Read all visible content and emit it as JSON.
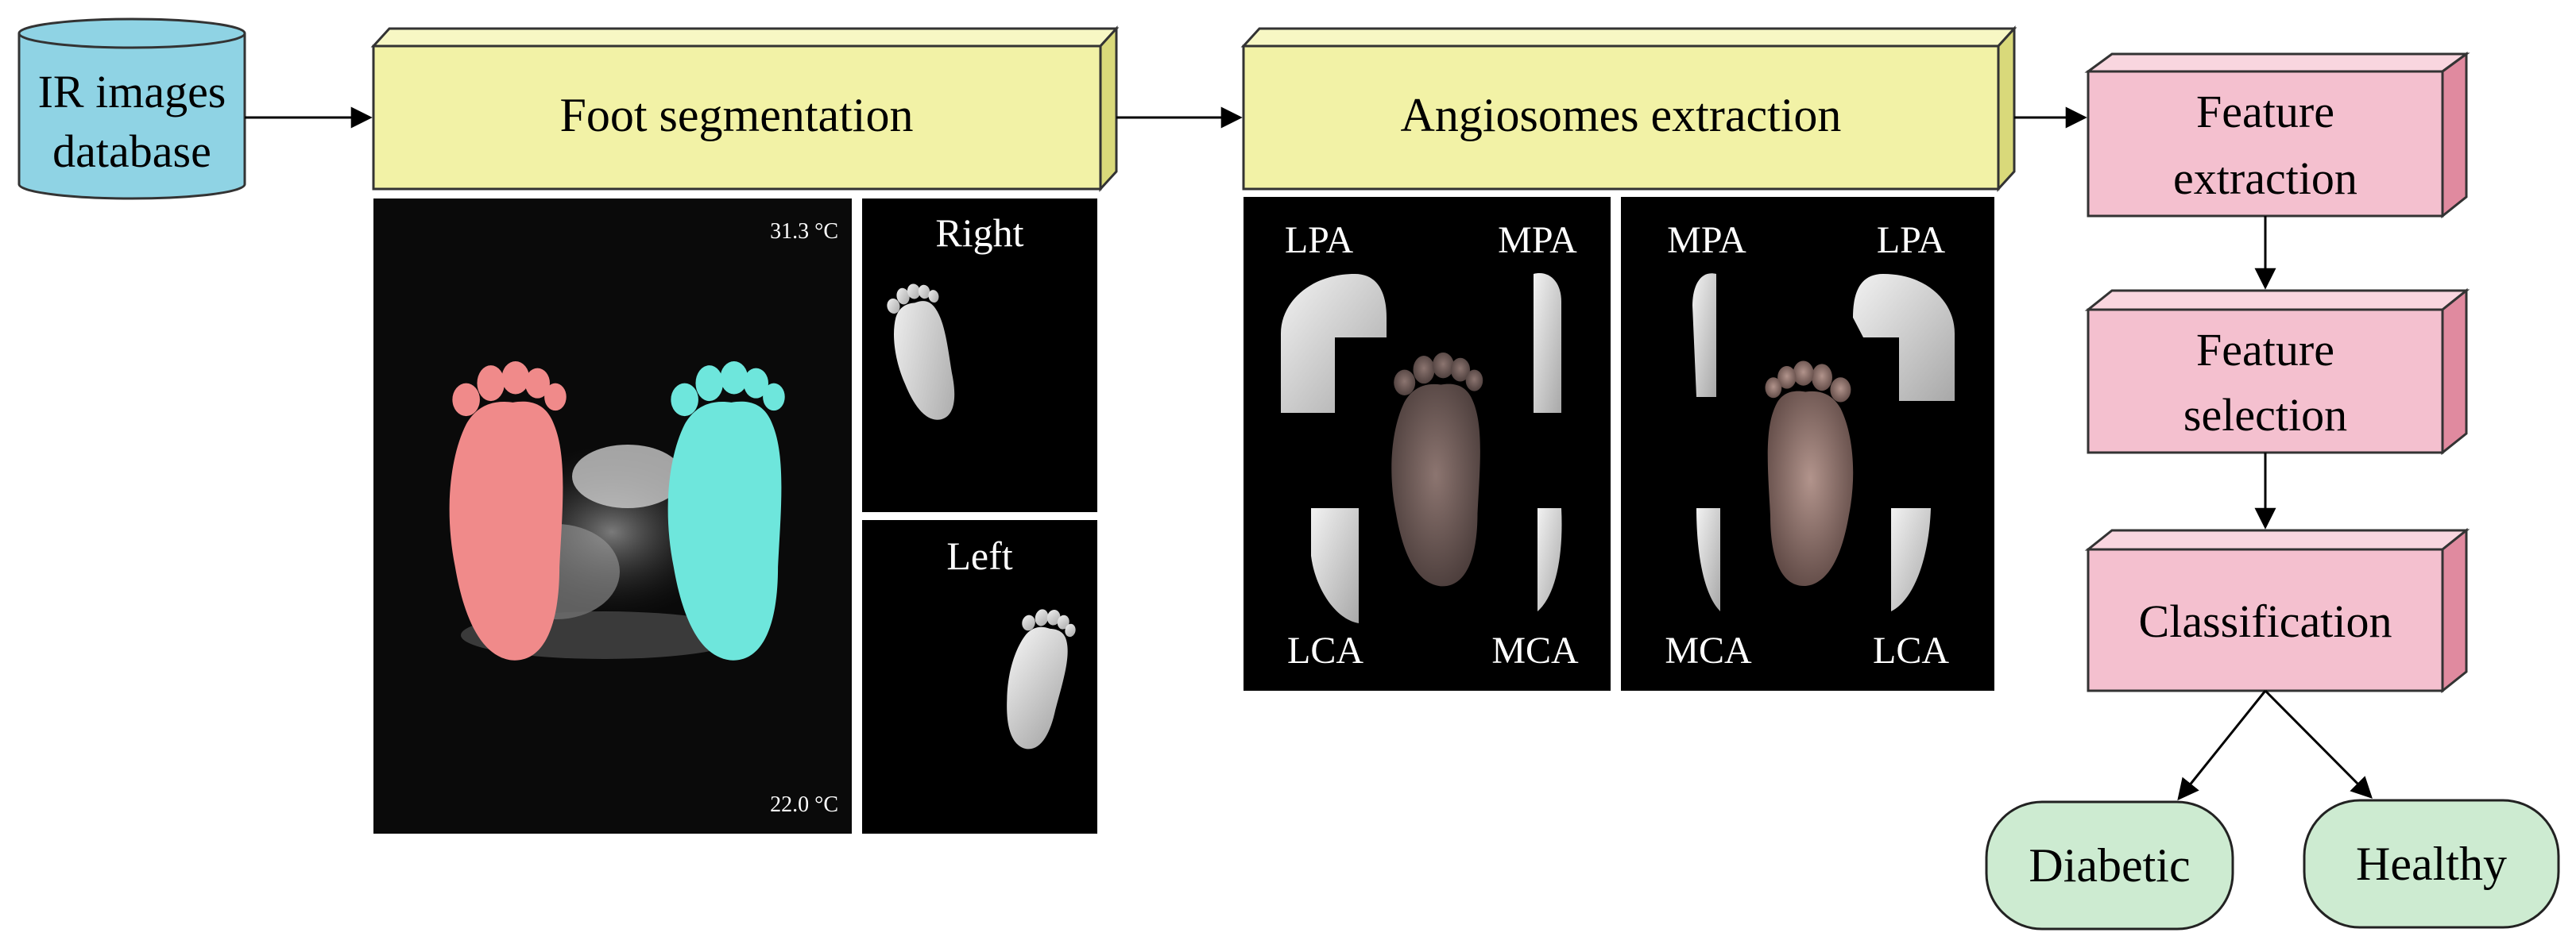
{
  "database": {
    "line1": "IR images",
    "line2": "database"
  },
  "stages": {
    "segmentation": "Foot segmentation",
    "angiosomes": "Angiosomes extraction",
    "feature_extraction": {
      "line1": "Feature",
      "line2": "extraction"
    },
    "feature_selection": {
      "line1": "Feature",
      "line2": "selection"
    },
    "classification": "Classification"
  },
  "thermal_panel": {
    "temp_max": "31.3 °C",
    "temp_min": "22.0 °C"
  },
  "side_panels": {
    "right": "Right",
    "left": "Left"
  },
  "angiosome_panel_1": {
    "top_left": "LPA",
    "top_right": "MPA",
    "bottom_left": "LCA",
    "bottom_right": "MCA"
  },
  "angiosome_panel_2": {
    "top_left": "MPA",
    "top_right": "LPA",
    "bottom_left": "MCA",
    "bottom_right": "LCA"
  },
  "outcomes": {
    "diabetic": "Diabetic",
    "healthy": "Healthy"
  },
  "colors": {
    "database_fill": "#8fd3e4",
    "yellow_box": "#f2f2a6",
    "pink_box": "#f4c0cf",
    "green_outcome": "#cdebd1",
    "right_foot_overlay": "#6ee6dc",
    "left_foot_overlay": "#f08a8a"
  }
}
